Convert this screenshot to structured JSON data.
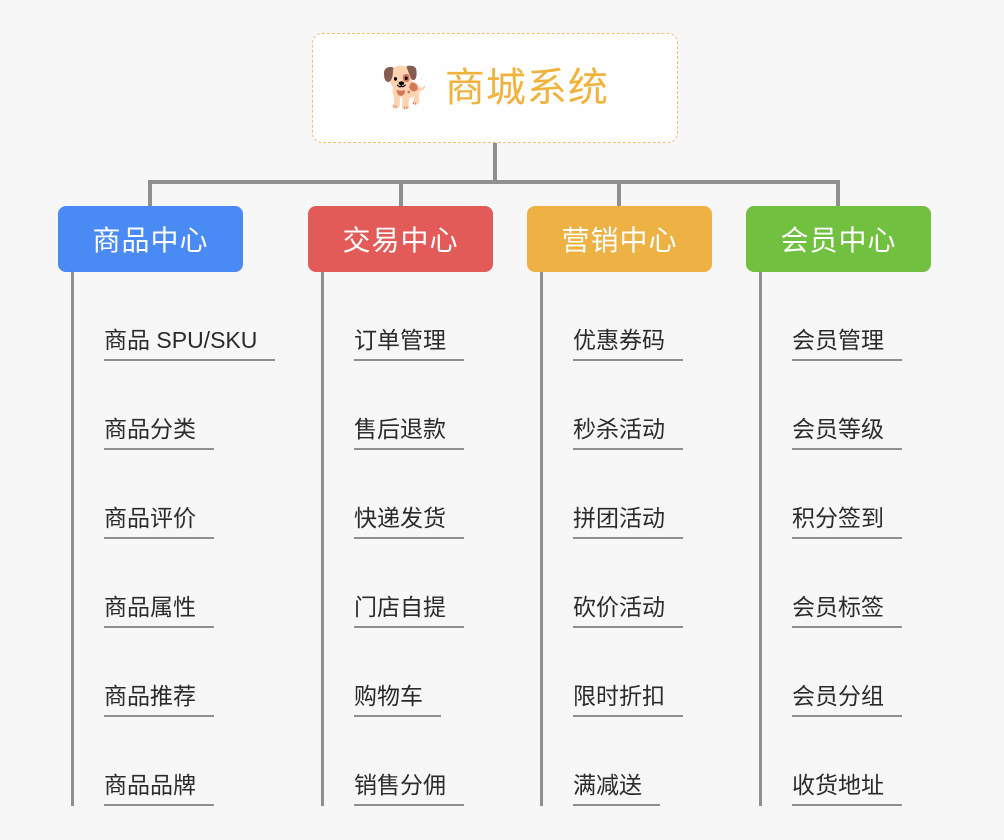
{
  "root": {
    "icon": "shiba-dog-face-emoji",
    "icon_glyph": "🐕",
    "title": "商城系统",
    "title_color": "#f2b33d",
    "border_color": "#f0c070"
  },
  "theme": {
    "background": "#f7f7f7",
    "connector_color": "#8f8f8f",
    "leaf_text_color": "#2b2b2b"
  },
  "columns": [
    {
      "id": "product-center",
      "label": "商品中心",
      "color": "#4a8af4",
      "items": [
        "商品 SPU/SKU",
        "商品分类",
        "商品评价",
        "商品属性",
        "商品推荐",
        "商品品牌"
      ]
    },
    {
      "id": "trade-center",
      "label": "交易中心",
      "color": "#e25b59",
      "items": [
        "订单管理",
        "售后退款",
        "快递发货",
        "门店自提",
        "购物车",
        "销售分佣"
      ]
    },
    {
      "id": "marketing-center",
      "label": "营销中心",
      "color": "#eeb143",
      "items": [
        "优惠券码",
        "秒杀活动",
        "拼团活动",
        "砍价活动",
        "限时折扣",
        "满减送"
      ]
    },
    {
      "id": "member-center",
      "label": "会员中心",
      "color": "#72c040",
      "items": [
        "会员管理",
        "会员等级",
        "积分签到",
        "会员标签",
        "会员分组",
        "收货地址"
      ]
    }
  ]
}
